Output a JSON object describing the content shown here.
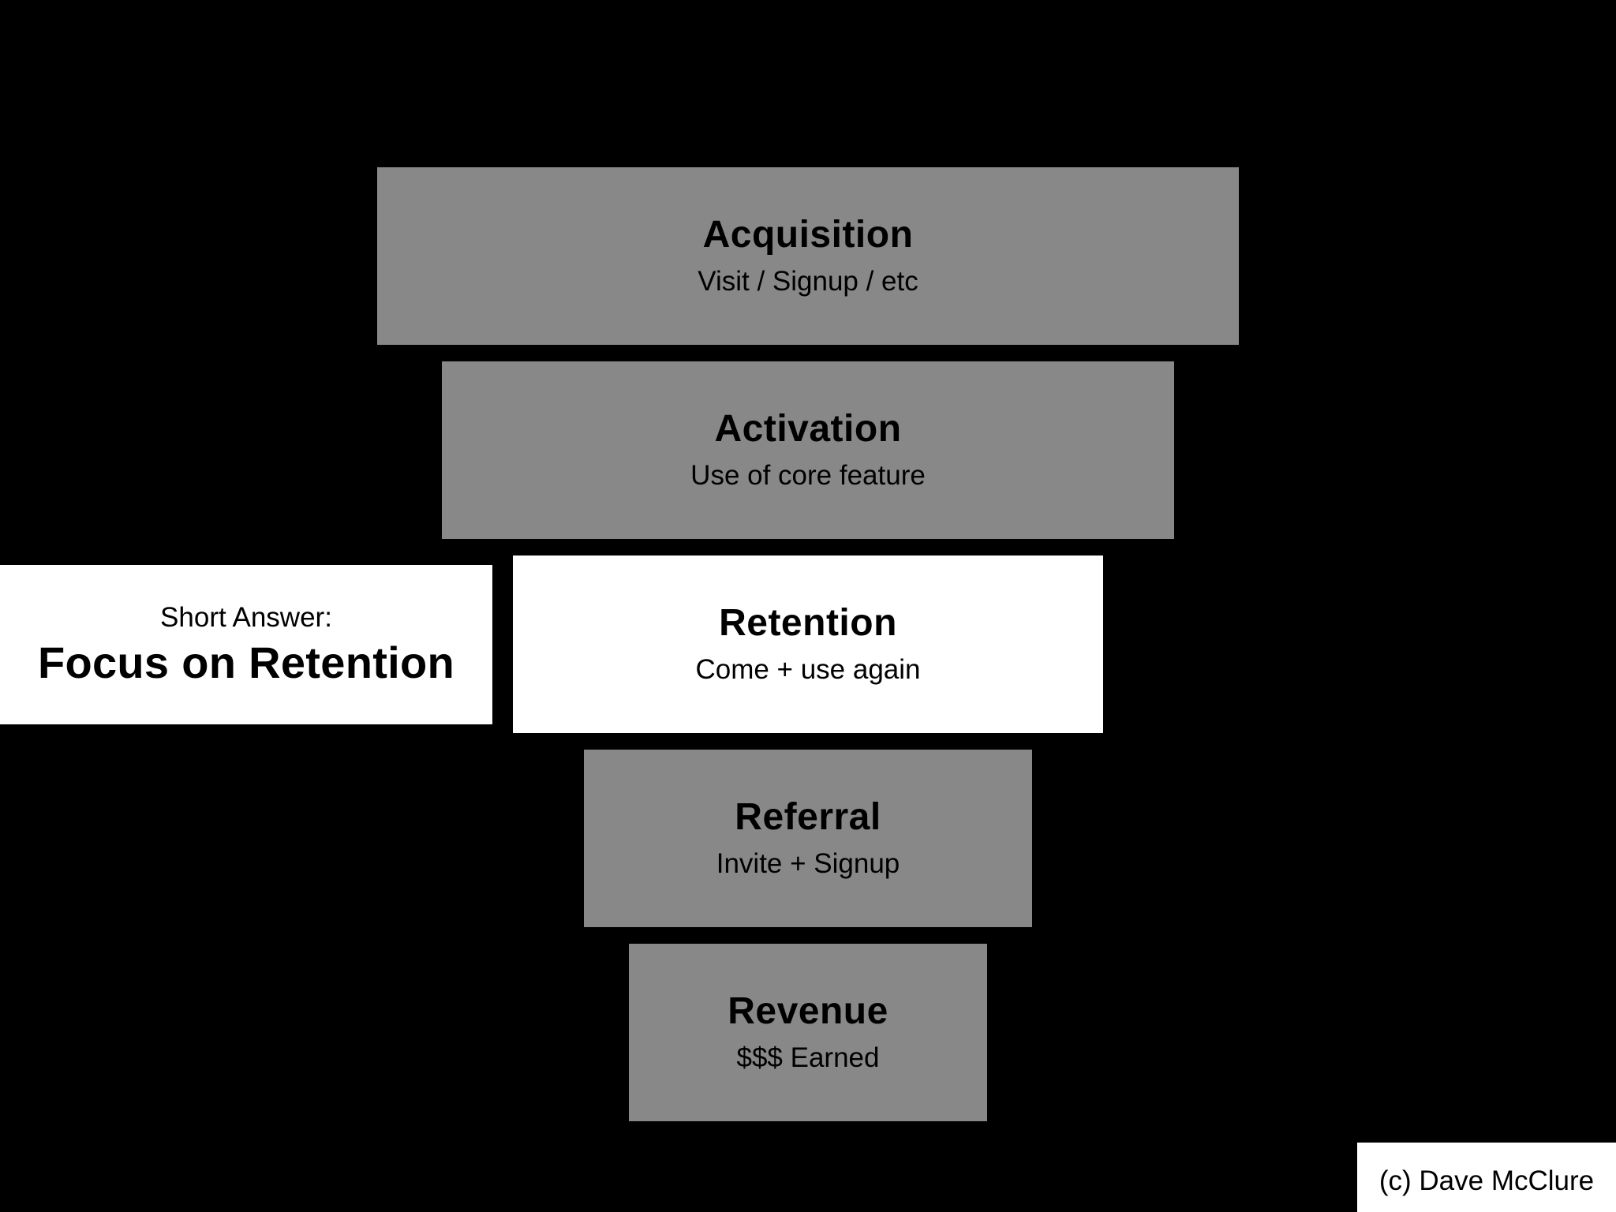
{
  "colors": {
    "background": "#000000",
    "stage_default": "#888888",
    "stage_highlight": "#ffffff",
    "text": "#000000"
  },
  "funnel": {
    "stages": [
      {
        "title": "Acquisition",
        "subtitle": "Visit / Signup / etc",
        "highlighted": false
      },
      {
        "title": "Activation",
        "subtitle": "Use of core feature",
        "highlighted": false
      },
      {
        "title": "Retention",
        "subtitle": "Come + use again",
        "highlighted": true
      },
      {
        "title": "Referral",
        "subtitle": "Invite + Signup",
        "highlighted": false
      },
      {
        "title": "Revenue",
        "subtitle": "$$$ Earned",
        "highlighted": false
      }
    ]
  },
  "callout": {
    "label": "Short Answer:",
    "headline": "Focus on Retention"
  },
  "credit": {
    "text": "(c) Dave McClure"
  }
}
